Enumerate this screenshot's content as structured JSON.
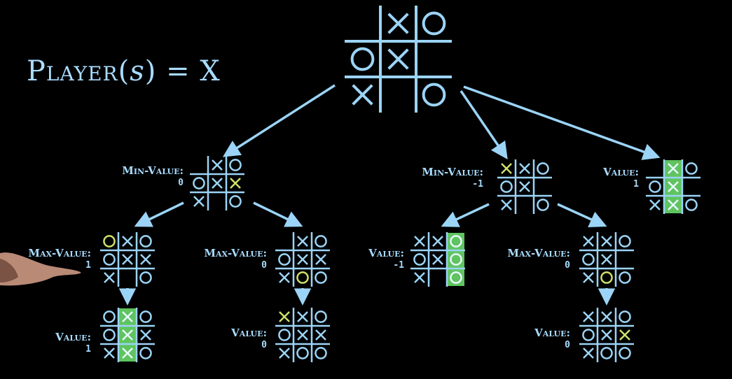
{
  "title": {
    "prefix": "Player(",
    "arg": "s",
    "suffix": ") = X"
  },
  "colors": {
    "stroke": "#9bd4f7",
    "highlight_cell": "#5fc45f",
    "highlight_mark": "#cfe06a",
    "background": "#000000"
  },
  "nodes": [
    {
      "id": "root",
      "label_key": "",
      "label_value": "",
      "board": [
        "",
        "X",
        "O",
        "O",
        "X",
        "",
        "X",
        "",
        "O"
      ],
      "win_cells": [],
      "new_cell": -1
    },
    {
      "id": "a",
      "label_key": "Min-Value:",
      "label_value": "0",
      "board": [
        "",
        "X",
        "O",
        "O",
        "X",
        "X",
        "X",
        "",
        "O"
      ],
      "win_cells": [],
      "new_cell": 5
    },
    {
      "id": "b",
      "label_key": "Min-Value:",
      "label_value": "-1",
      "board": [
        "X",
        "X",
        "O",
        "O",
        "X",
        "",
        "X",
        "",
        "O"
      ],
      "win_cells": [],
      "new_cell": 0
    },
    {
      "id": "c",
      "label_key": "Value:",
      "label_value": "1",
      "board": [
        "",
        "X",
        "O",
        "O",
        "X",
        "",
        "X",
        "X",
        "O"
      ],
      "win_cells": [
        1,
        4,
        7
      ],
      "new_cell": -1
    },
    {
      "id": "d",
      "label_key": "Max-Value:",
      "label_value": "1",
      "board": [
        "O",
        "X",
        "O",
        "O",
        "X",
        "X",
        "X",
        "",
        "O"
      ],
      "win_cells": [],
      "new_cell": 0
    },
    {
      "id": "e",
      "label_key": "Max-Value:",
      "label_value": "0",
      "board": [
        "",
        "X",
        "O",
        "O",
        "X",
        "X",
        "X",
        "O",
        "O"
      ],
      "win_cells": [],
      "new_cell": 7
    },
    {
      "id": "f",
      "label_key": "Value:",
      "label_value": "-1",
      "board": [
        "X",
        "X",
        "O",
        "O",
        "X",
        "O",
        "X",
        "",
        "O"
      ],
      "win_cells": [
        2,
        5,
        8
      ],
      "new_cell": -1
    },
    {
      "id": "g",
      "label_key": "Max-Value:",
      "label_value": "0",
      "board": [
        "X",
        "X",
        "O",
        "O",
        "X",
        "",
        "X",
        "O",
        "O"
      ],
      "win_cells": [],
      "new_cell": 7
    },
    {
      "id": "h",
      "label_key": "Value:",
      "label_value": "1",
      "board": [
        "O",
        "X",
        "O",
        "O",
        "X",
        "X",
        "X",
        "X",
        "O"
      ],
      "win_cells": [
        1,
        4,
        7
      ],
      "new_cell": -1
    },
    {
      "id": "i",
      "label_key": "Value:",
      "label_value": "0",
      "board": [
        "X",
        "X",
        "O",
        "O",
        "X",
        "X",
        "X",
        "O",
        "O"
      ],
      "win_cells": [],
      "new_cell": 0
    },
    {
      "id": "j",
      "label_key": "Value:",
      "label_value": "0",
      "board": [
        "X",
        "X",
        "O",
        "O",
        "X",
        "X",
        "X",
        "O",
        "O"
      ],
      "win_cells": [],
      "new_cell": 5
    }
  ],
  "edges": [
    [
      "root",
      "a"
    ],
    [
      "root",
      "b"
    ],
    [
      "root",
      "c"
    ],
    [
      "a",
      "d"
    ],
    [
      "a",
      "e"
    ],
    [
      "b",
      "f"
    ],
    [
      "b",
      "g"
    ],
    [
      "d",
      "h"
    ],
    [
      "e",
      "i"
    ],
    [
      "g",
      "j"
    ]
  ]
}
